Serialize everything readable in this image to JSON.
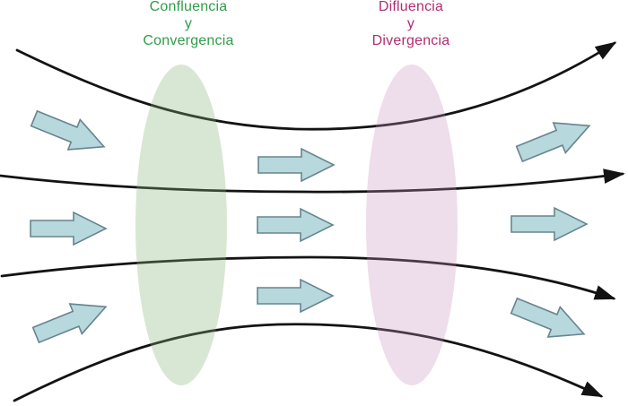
{
  "diagram": {
    "confluence_label": {
      "line1": "Confluencia",
      "line2": "y",
      "line3": "Convergencia"
    },
    "difluence_label": {
      "line1": "Difluencia",
      "line2": "y",
      "line3": "Divergencia"
    }
  },
  "colors": {
    "background": "#ffffff",
    "streamline": "#131313",
    "confluence_text": "#2f9c4a",
    "difluence_text": "#b12d72",
    "confluence_zone_fill": "rgba(135,181,118,0.32)",
    "difluence_zone_fill": "rgba(198,142,185,0.30)",
    "flow_arrow_fill": "#b7d8dc",
    "flow_arrow_stroke": "#67858f"
  }
}
